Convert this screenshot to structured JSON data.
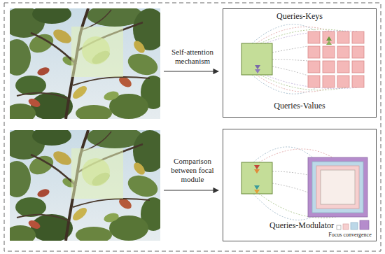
{
  "diagram": {
    "nodes": [
      {
        "text": [
          "Queries-Keys",
          "Queries-Values"
        ]
      },
      {
        "text": [
          "Queries-Modulator"
        ]
      }
    ],
    "labels": [
      "Self-attention mechanism",
      "Comparison between focal module",
      "Focus convergence"
    ]
  }
}
